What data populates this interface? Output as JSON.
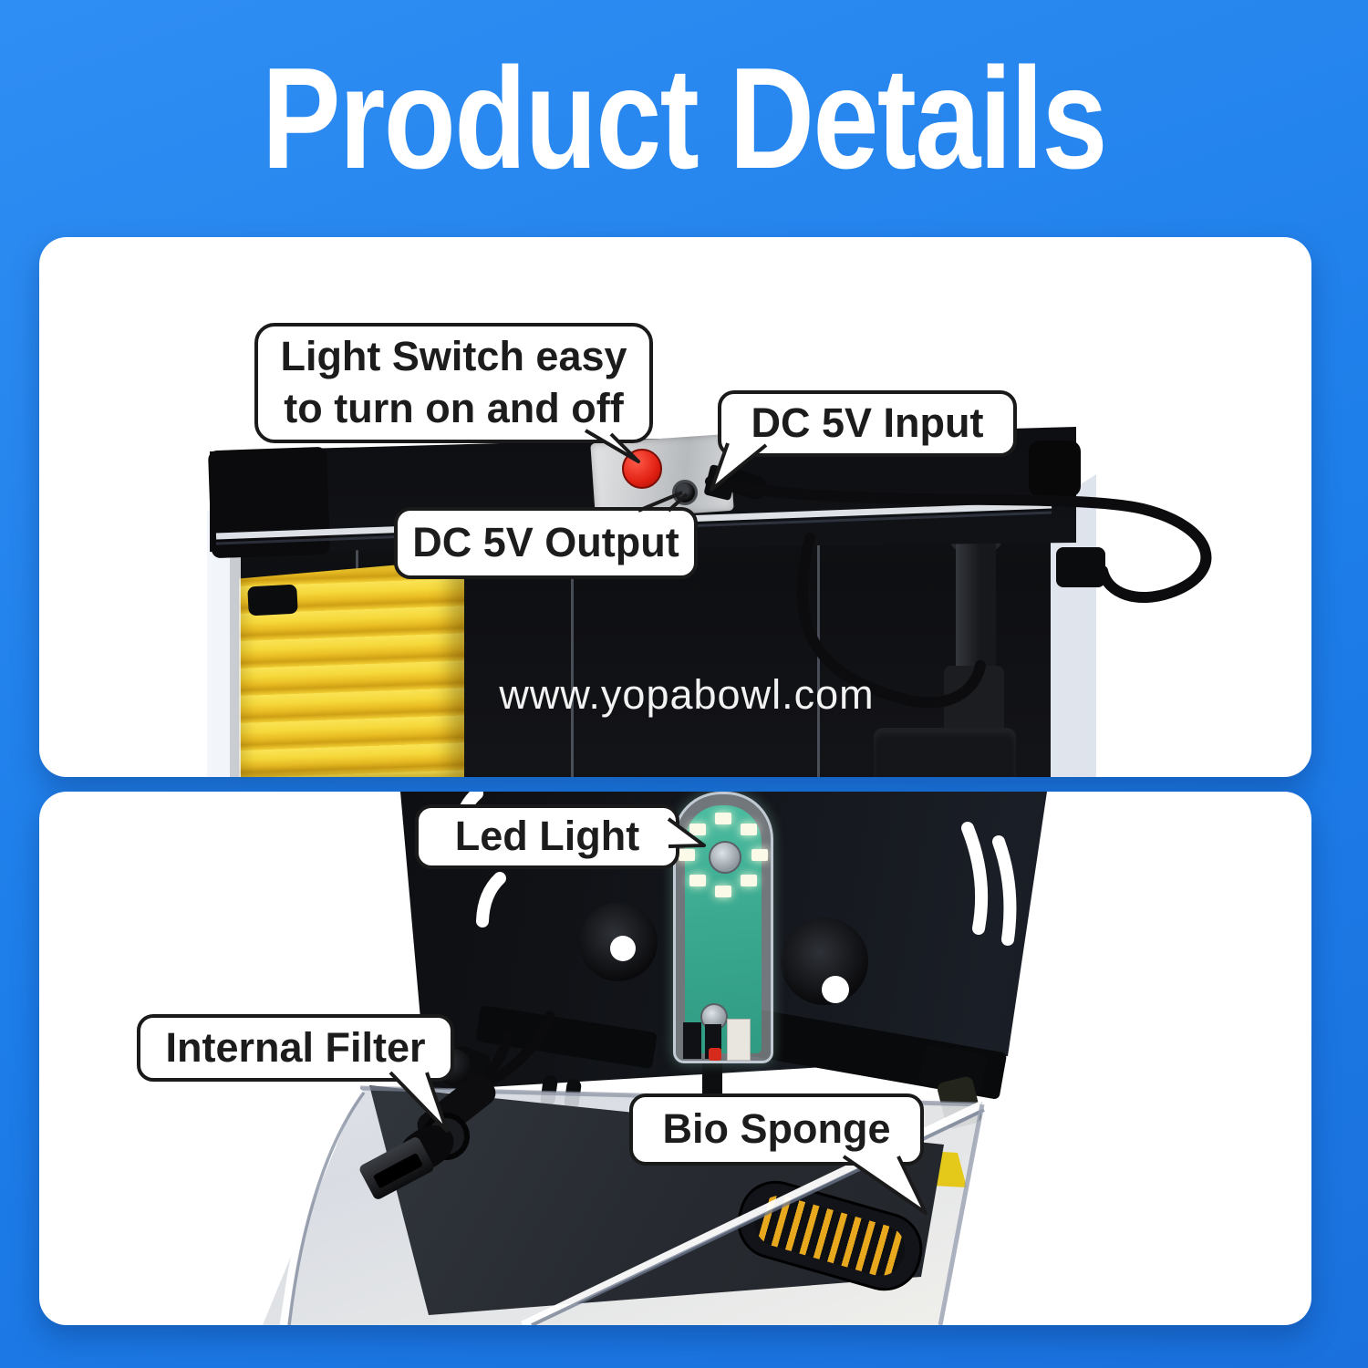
{
  "page": {
    "title": "Product Details",
    "watermark": "www.yopabowl.com"
  },
  "top_panel": {
    "callouts": {
      "light_switch": {
        "line1": "Light Switch easy",
        "line2": "to turn on and off"
      },
      "dc_input": "DC 5V Input",
      "dc_output": "DC 5V Output"
    }
  },
  "bottom_panel": {
    "callouts": {
      "led_light": "Led Light",
      "internal_filter": "Internal Filter",
      "bio_sponge": "Bio Sponge"
    }
  },
  "colors": {
    "background": "#1d7de9",
    "background_light": "#2f8ef3",
    "background_dark": "#1a71dd",
    "panel": "#ffffff",
    "title_text": "#ffffff",
    "bubble_border": "#1a1a1a",
    "bubble_text": "#1c1c1c",
    "sponge_yellow": "#f3cf2e",
    "sponge_bright": "#f6e92e",
    "pcb_green": "#3aa98f",
    "button_red": "#e02012",
    "grille_amber": "#e8a81e",
    "plate_silver": "#c9cbcd"
  }
}
